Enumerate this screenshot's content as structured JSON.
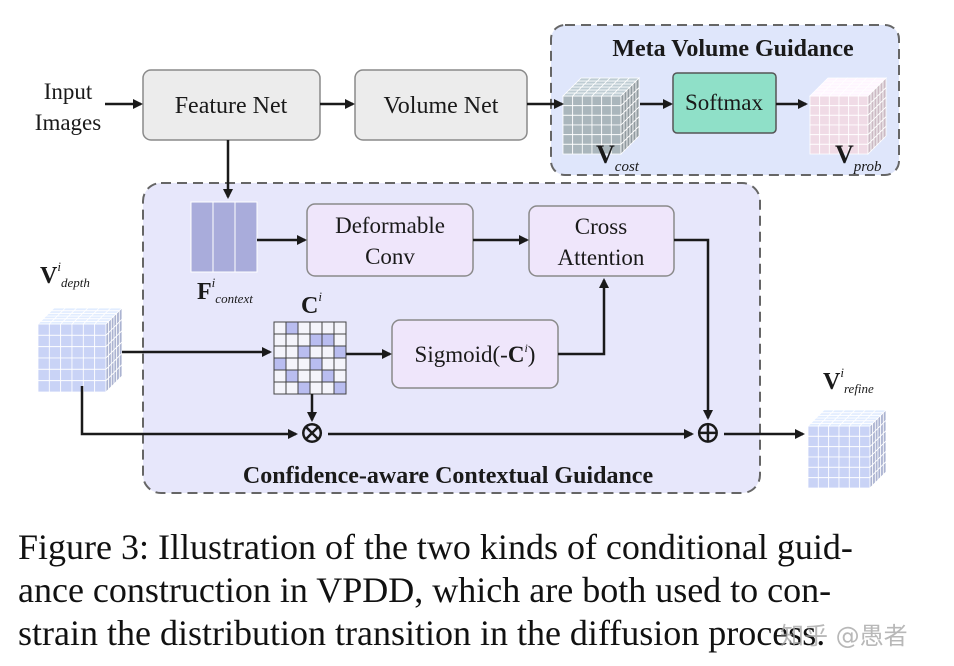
{
  "figure": {
    "input_label_line1": "Input",
    "input_label_line2": "Images",
    "feature_net": "Feature Net",
    "volume_net": "Volume Net",
    "meta_title": "Meta Volume Guidance",
    "softmax": "Softmax",
    "v_cost": {
      "base": "V",
      "sub": "cost"
    },
    "v_prob": {
      "base": "V",
      "sub": "prob"
    },
    "deformable_line1": "Deformable",
    "deformable_line2": "Conv",
    "cross_line1": "Cross",
    "cross_line2": "Attention",
    "f_context": {
      "base": "F",
      "sup": "i",
      "sub": "context"
    },
    "v_depth": {
      "base": "V",
      "sup": "i",
      "sub": "depth"
    },
    "c_label": {
      "base": "C",
      "sup": "i"
    },
    "sigmoid": {
      "prefix": "Sigmoid(-",
      "base": "C",
      "sup": "i",
      "suffix": ")"
    },
    "v_refine": {
      "base": "V",
      "sup": "i",
      "sub": "refine"
    },
    "confidence_title": "Confidence-aware Contextual Guidance",
    "multiply_symbol": "⊗",
    "add_symbol": "⊕"
  },
  "caption": {
    "line1": "Figure 3: Illustration of the two kinds of conditional guid-",
    "line2": "ance construction in VPDD, which are both used to con-",
    "line3": "strain the distribution transition in the diffusion process."
  },
  "watermark": "知乎 @愚者",
  "colors": {
    "meta_panel": "#dfe6fb",
    "confidence_panel": "#e7e7fb",
    "gray_box": "#ececec",
    "softmax_box": "#8fe0c8",
    "lavender_box": "#efe6fb",
    "feature_bars": "#a9acdb",
    "cube_gray": "#aab6bc",
    "cube_pink": "#f0dbe6",
    "cube_blue": "#c9d3f6",
    "grid_highlight": "#b9bdf0"
  }
}
